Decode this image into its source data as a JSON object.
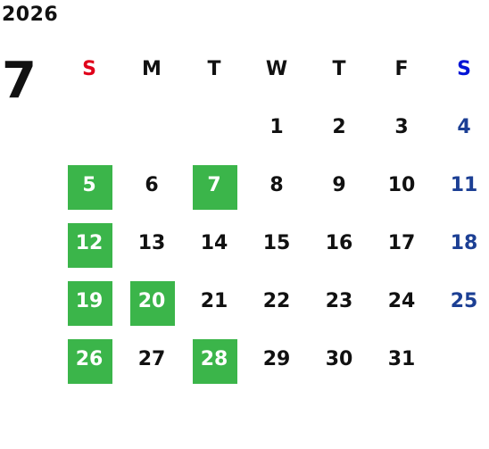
{
  "calendar": {
    "year": "2026",
    "month": "7",
    "weekdays": [
      "S",
      "M",
      "T",
      "W",
      "T",
      "F",
      "S"
    ],
    "weeks": [
      [
        "",
        "",
        "",
        "1",
        "2",
        "3",
        "4"
      ],
      [
        "5",
        "6",
        "7",
        "8",
        "9",
        "10",
        "11"
      ],
      [
        "12",
        "13",
        "14",
        "15",
        "16",
        "17",
        "18"
      ],
      [
        "19",
        "20",
        "21",
        "22",
        "23",
        "24",
        "25"
      ],
      [
        "26",
        "27",
        "28",
        "29",
        "30",
        "31",
        ""
      ]
    ],
    "highlighted_days": [
      "5",
      "7",
      "12",
      "19",
      "20",
      "26",
      "28"
    ],
    "colors": {
      "highlight": "#3bb54a",
      "sunday_header": "#e0001a",
      "saturday_header": "#0014d6",
      "saturday_dates": "#1c3f94",
      "text": "#111111"
    }
  }
}
